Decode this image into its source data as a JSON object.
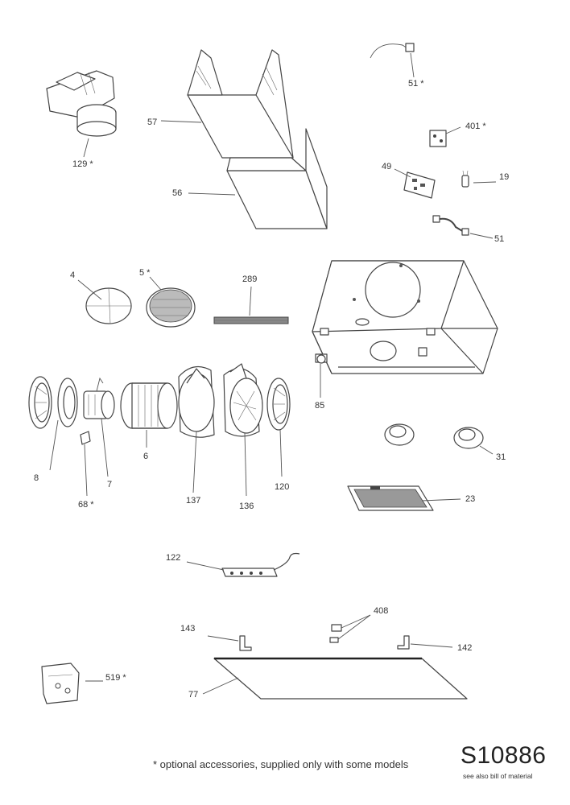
{
  "diagram": {
    "code": "S10886",
    "code_note": "see also bill of material",
    "footnote": "* optional accessories, supplied only with some models",
    "labels": {
      "p129": "129 *",
      "p57": "57",
      "p56": "56",
      "p51a": "51 *",
      "p401": "401 *",
      "p49": "49",
      "p19": "19",
      "p51b": "51",
      "p4": "4",
      "p5": "5 *",
      "p289": "289",
      "p85": "85",
      "p8": "8",
      "p68": "68 *",
      "p7": "7",
      "p6": "6",
      "p137": "137",
      "p136": "136",
      "p120": "120",
      "p31": "31",
      "p23": "23",
      "p122": "122",
      "p408": "408",
      "p143": "143",
      "p142": "142",
      "p519": "519 *",
      "p77": "77"
    }
  }
}
